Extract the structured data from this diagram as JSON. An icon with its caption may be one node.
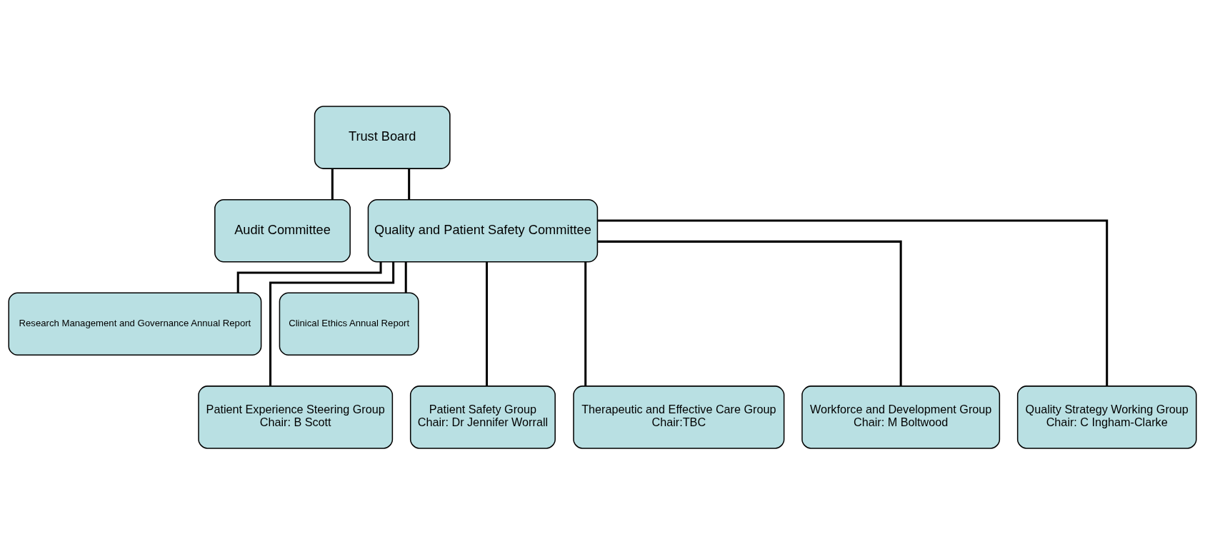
{
  "diagram": {
    "nodes": [
      {
        "text": [
          "Trust Board"
        ]
      },
      {
        "text": [
          "Audit Committee"
        ]
      },
      {
        "text": [
          "Quality and Patient Safety Committee"
        ]
      },
      {
        "text": [
          "Research Management and Governance Annual Report"
        ]
      },
      {
        "text": [
          "Clinical Ethics Annual Report"
        ]
      },
      {
        "text": [
          "Patient Experience Steering Group",
          "Chair: B Scott"
        ]
      },
      {
        "text": [
          "Patient Safety Group",
          "Chair: Dr Jennifer Worrall"
        ]
      },
      {
        "text": [
          "Therapeutic and Effective Care Group",
          "Chair:TBC"
        ]
      },
      {
        "text": [
          "Workforce and Development Group",
          "Chair: M Boltwood"
        ]
      },
      {
        "text": [
          "Quality Strategy Working Group",
          "Chair: C Ingham-Clarke"
        ]
      }
    ],
    "edges": [
      {
        "from": 0,
        "to": 1,
        "arrow": "none"
      },
      {
        "from": 0,
        "to": 2,
        "arrow": "none"
      },
      {
        "from": 2,
        "to": 3,
        "arrow": "none"
      },
      {
        "from": 2,
        "to": 4,
        "arrow": "none"
      },
      {
        "from": 2,
        "to": 5,
        "arrow": "none"
      },
      {
        "from": 2,
        "to": 6,
        "arrow": "none"
      },
      {
        "from": 2,
        "to": 7,
        "arrow": "none"
      },
      {
        "from": 2,
        "to": 8,
        "arrow": "none"
      },
      {
        "from": 2,
        "to": 9,
        "arrow": "none"
      }
    ]
  }
}
